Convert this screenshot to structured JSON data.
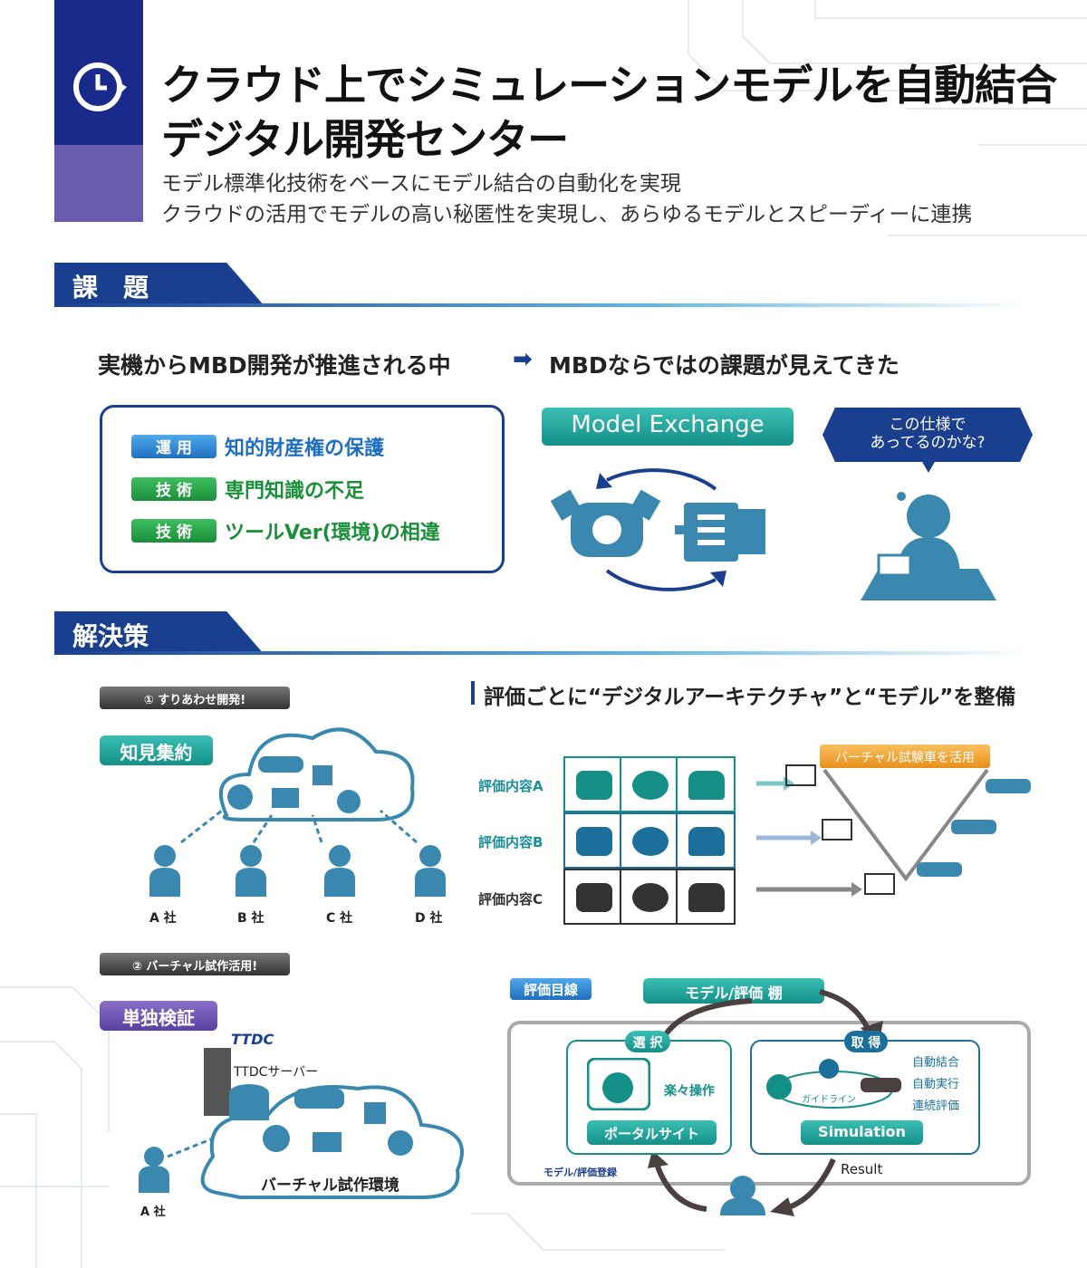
{
  "header": {
    "title_line1": "クラウド上でシミュレーションモデルを自動結合",
    "title_line2": "デジタル開発センター",
    "subtitle_line1": "モデル標準化技術をベースにモデル結合の自動化を実現",
    "subtitle_line2": "クラウドの活用でモデルの高い秘匿性を実現し、あらゆるモデルとスピーディーに連携",
    "icon": "clock-cycle-icon"
  },
  "issues": {
    "section_title": "課　題",
    "headline_left": "実機からMBD開発が推進される中",
    "headline_arrow": "➡",
    "headline_right": "MBDならではの課題が見えてきた",
    "items": [
      {
        "tag": "運 用",
        "text": "知的財産権の保護",
        "color": "#1f6fc0"
      },
      {
        "tag": "技 術",
        "text": "専門知識の不足",
        "color": "#1a8f3a"
      },
      {
        "tag": "技 術",
        "text": "ツールVer(環境)の相違",
        "color": "#1a8f3a"
      }
    ],
    "model_exchange": "Model Exchange",
    "speech": "この仕様で\nあってるのかな?"
  },
  "solutions": {
    "section_title": "解決策",
    "step1": "① すりあわせ開発!",
    "step1_tag": "知見集約",
    "companies": [
      "A 社",
      "B 社",
      "C 社",
      "D 社"
    ],
    "right_heading": "評価ごとに“デジタルアーキテクチャ”と“モデル”を整備",
    "rows": [
      "評価内容A",
      "評価内容B",
      "評価内容C"
    ],
    "virtual_car": "バーチャル試験車を活用",
    "step2": "② バーチャル試作活用!",
    "step2_tag": "単独検証",
    "ttdc_logo": "TTDC",
    "server": "TTDCサーバー",
    "virtual_env": "バーチャル試作環境",
    "company_a": "A 社",
    "eval_view": "評価目線",
    "shelf": "モデル/評価 棚",
    "select": "選 択",
    "easy": "楽々操作",
    "portal": "ポータルサイト",
    "acquire": "取 得",
    "features": [
      "自動結合",
      "自動実行",
      "連続評価"
    ],
    "guideline": "ガイドライン",
    "simulation": "Simulation",
    "result": "Result",
    "register": "モデル/評価登録"
  },
  "colors": {
    "navy": "#1b3f8f",
    "purple": "#6a5ab0",
    "teal": "#149088",
    "icon_blue": "#3a87b0",
    "orange": "#f0a030"
  }
}
